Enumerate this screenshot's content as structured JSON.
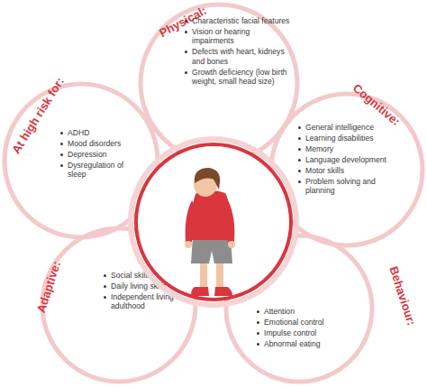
{
  "diagram": {
    "nodes": [
      {
        "text": [
          "Physical:",
          "Characteristic facial features",
          "Vision or hearing impairments",
          "Defects with heart, kidneys and bones",
          "Growth deficiency (low birth weight, small head size)"
        ]
      },
      {
        "text": [
          "Cognitive:",
          "General intelligence",
          "Learning disabilities",
          "Memory",
          "Language development",
          "Motor skills",
          "Problem solving and planning"
        ]
      },
      {
        "text": [
          "Behaviour:",
          "Attention",
          "Emotional control",
          "Impulse control",
          "Abnormal eating"
        ]
      },
      {
        "text": [
          "Adaptive:",
          "Social skills",
          "Daily living skills",
          "Independent living in adulthood"
        ]
      },
      {
        "text": [
          "At high risk for:",
          "ADHD",
          "Mood disorders",
          "Depression",
          "Dysregulation of sleep"
        ]
      }
    ]
  }
}
